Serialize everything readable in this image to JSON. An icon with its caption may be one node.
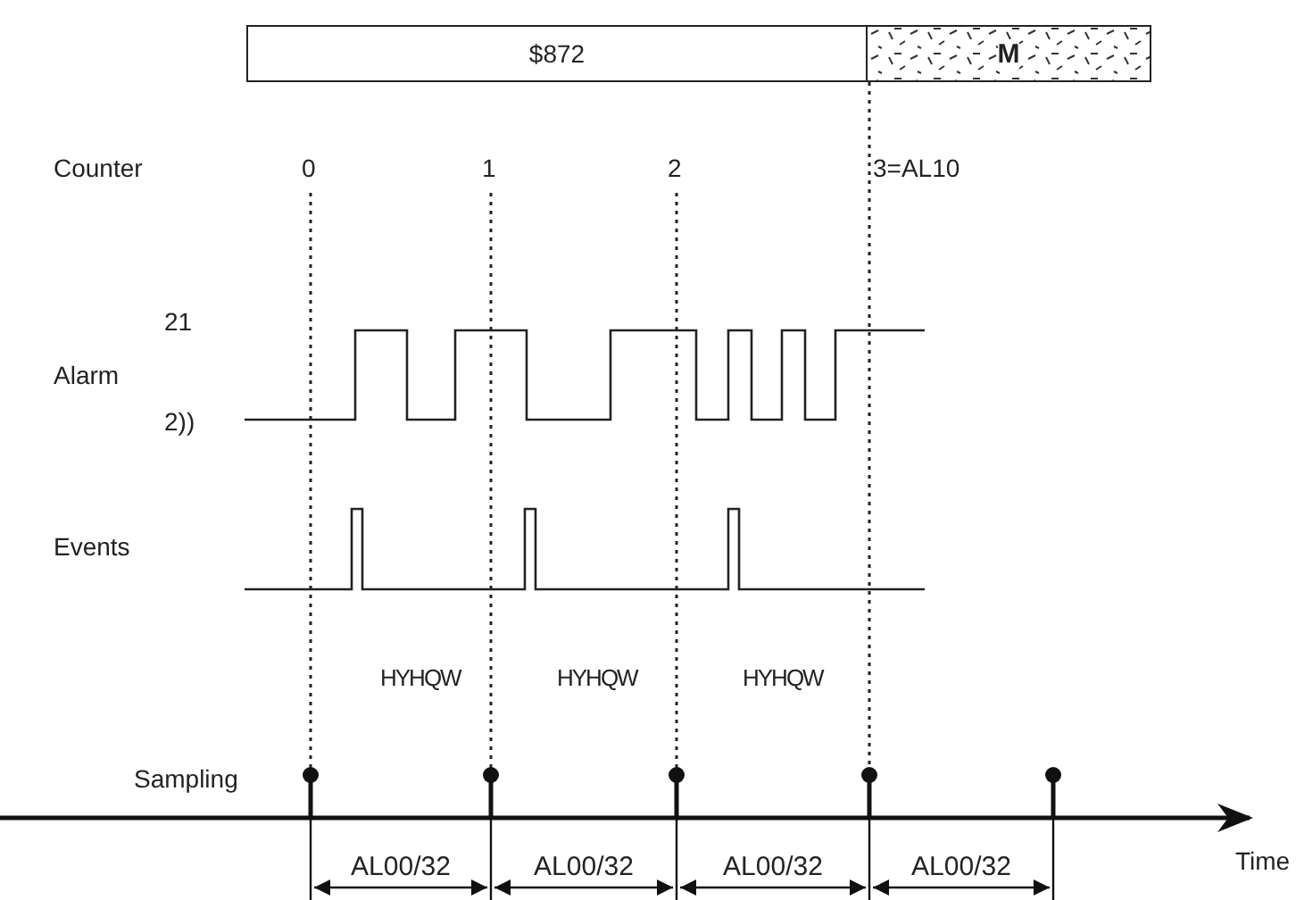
{
  "diagram": {
    "nodes": [
      {
        "text": [
          "$872"
        ]
      },
      {
        "text": [
          "M"
        ]
      }
    ],
    "labels": [
      "Counter",
      "0",
      "1",
      "2",
      "3=AL10",
      "21",
      "Alarm",
      "2))",
      "Events",
      "HYHQW",
      "HYHQW",
      "HYHQW",
      "Sampling",
      "AL00/32",
      "AL00/32",
      "AL00/32",
      "AL00/32",
      "Time"
    ]
  }
}
